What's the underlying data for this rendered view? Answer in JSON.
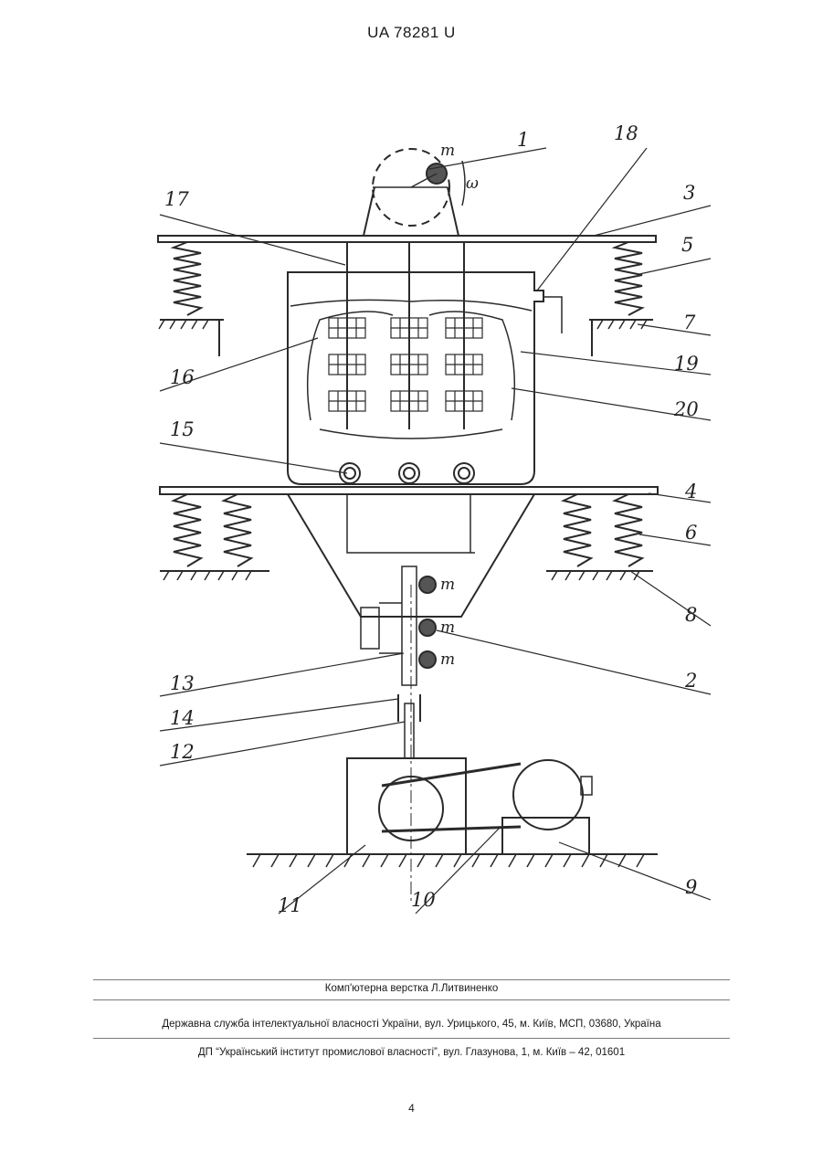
{
  "header": {
    "patent_number": "UA   78281   U"
  },
  "figure": {
    "labels": {
      "1": "1",
      "2": "2",
      "3": "3",
      "4": "4",
      "5": "5",
      "6": "6",
      "7": "7",
      "8": "8",
      "9": "9",
      "10": "10",
      "11": "11",
      "12": "12",
      "13": "13",
      "14": "14",
      "15": "15",
      "16": "16",
      "17": "17",
      "18": "18",
      "19": "19",
      "20": "20"
    },
    "mass_symbol": "m",
    "omega_symbol": "ω"
  },
  "footer": {
    "layout_credit": "Комп'ютерна верстка Л.Литвиненко",
    "agency": "Державна служба інтелектуальної власності України, вул. Урицького, 45, м. Київ, МСП, 03680, Україна",
    "institute": "ДП “Український інститут промислової власності”, вул. Глазунова, 1, м. Київ – 42, 01601"
  },
  "page_number": "4"
}
